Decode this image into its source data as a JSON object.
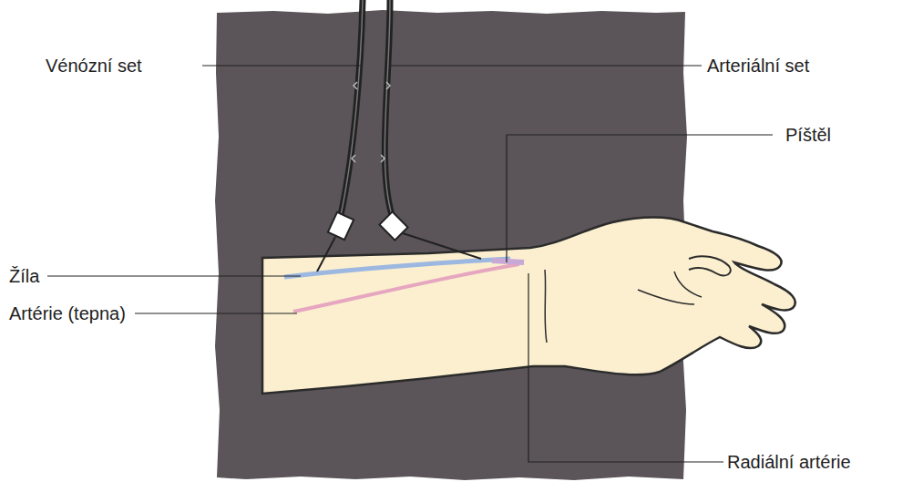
{
  "diagram": {
    "labels": [
      "Vénózní set",
      "Arteriální set",
      "Píštěl",
      "Žíla",
      "Artérie (tepna)",
      "Radiální artérie"
    ]
  }
}
